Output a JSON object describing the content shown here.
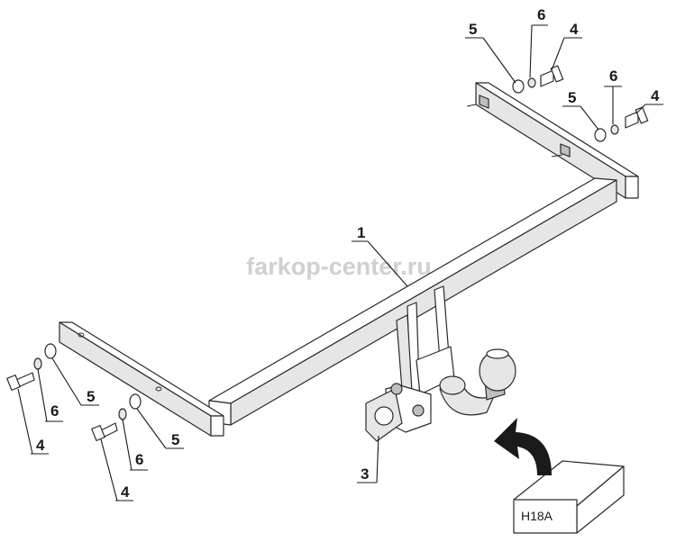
{
  "watermark": "farkop-center.ru",
  "box_label": "H18A",
  "callouts": {
    "beam": "1",
    "bracket": "3",
    "bolt_top_left": "4",
    "bolt_top_right": "4",
    "bolt_bottom_left_upper": "4",
    "bolt_bottom_left_lower": "4",
    "washer_top_left": "5",
    "washer_top_right": "5",
    "washer_bottom_left_upper": "5",
    "washer_bottom_left_lower": "5",
    "lock_top_left": "6",
    "lock_top_right": "6",
    "lock_bottom_left_upper": "6",
    "lock_bottom_left_lower": "6"
  }
}
